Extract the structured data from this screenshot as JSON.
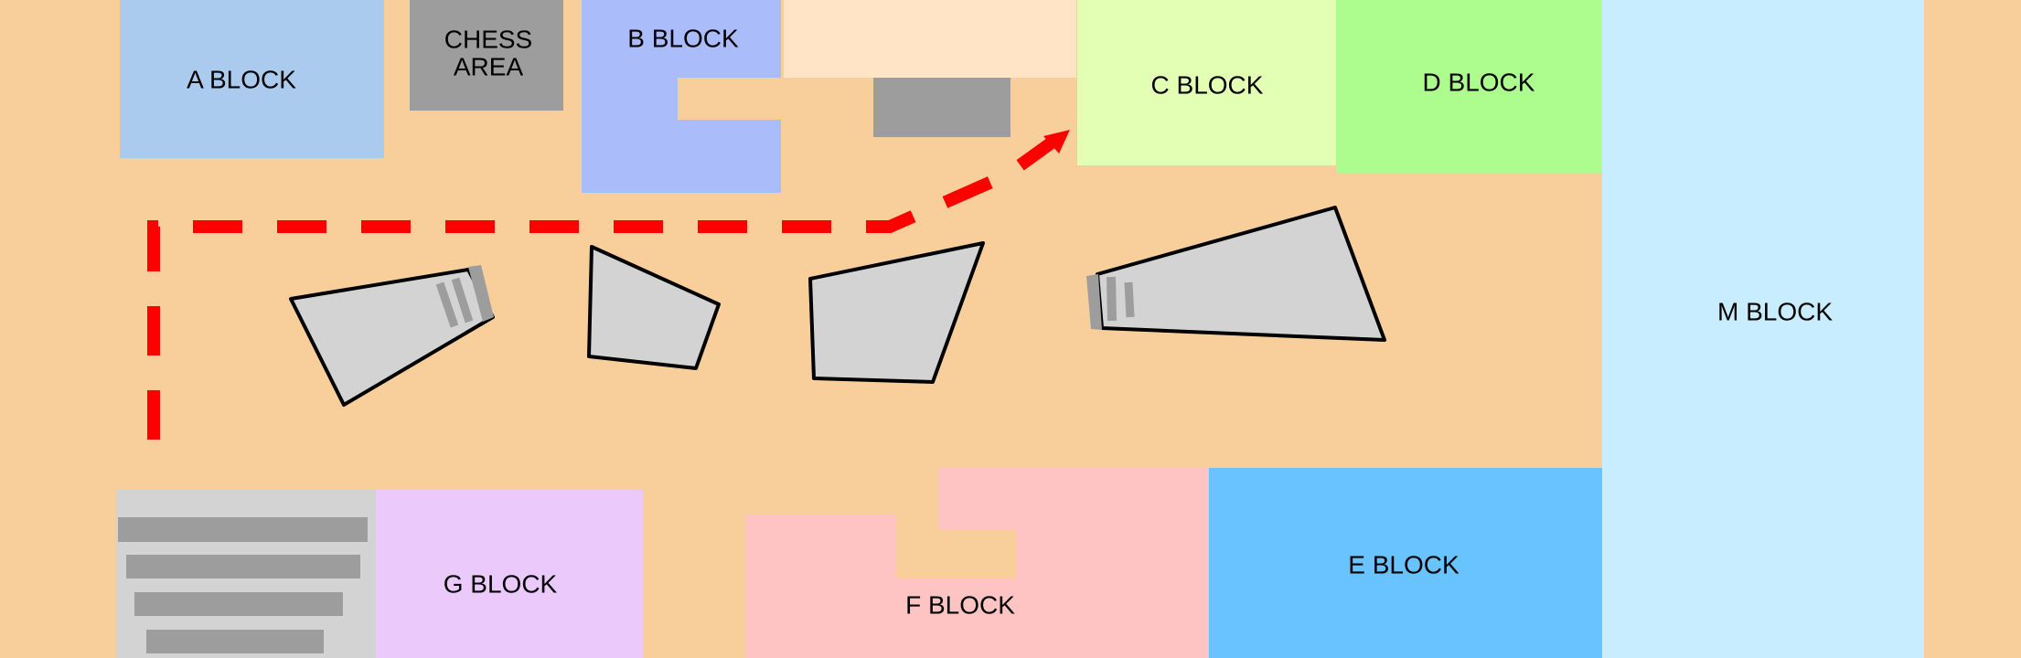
{
  "map": {
    "colors": {
      "ground": "#f8cf9b",
      "a_block": "#abcbee",
      "b_block": "#abbcfa",
      "c_block": "#e3ffb3",
      "d_block": "#acfd8d",
      "e_block": "#69c3ff",
      "f_block": "#fec3c3",
      "g_block": "#ecc9fb",
      "m_block": "#c8edfe",
      "chess_area": "#9d9d9d",
      "top_strip": "#ffe4c5",
      "stairs_area": "#d3d3d3",
      "stair_step": "#9d9d9d",
      "vehicle": "#d3d3d3",
      "route": "#ff0000"
    },
    "labels": {
      "a_block": "A BLOCK",
      "b_block": "B BLOCK",
      "chess_area_line1": "CHESS",
      "chess_area_line2": "AREA",
      "c_block": "C BLOCK",
      "d_block": "D BLOCK",
      "m_block": "M BLOCK",
      "g_block": "G BLOCK",
      "f_block": "F BLOCK",
      "e_block": "E BLOCK"
    },
    "icons": {
      "route": "dashed-arrow-icon",
      "vehicles": "parked-vehicle-icon",
      "stairs": "stairs-icon"
    }
  }
}
